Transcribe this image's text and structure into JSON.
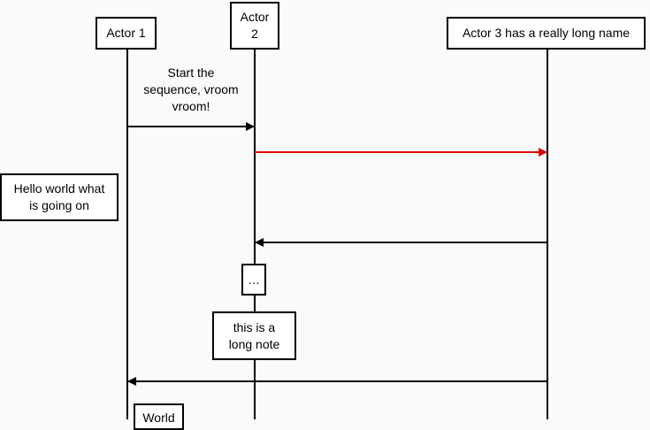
{
  "actors": [
    {
      "id": "actor-1",
      "label": "Actor 1"
    },
    {
      "id": "actor-2",
      "label": "Actor\n2"
    },
    {
      "id": "actor-3",
      "label": "Actor 3 has a really long name"
    }
  ],
  "messages": [
    {
      "from": "actor-1",
      "to": "actor-2",
      "label": "Start the\nsequence, vroom\nvroom!",
      "color": "#000000"
    },
    {
      "from": "actor-2",
      "to": "actor-3",
      "label": "",
      "color": "#e00000"
    },
    {
      "from": "actor-3",
      "to": "actor-2",
      "label": "",
      "color": "#000000"
    },
    {
      "from": "actor-3",
      "to": "actor-1",
      "label": "",
      "color": "#000000"
    }
  ],
  "notes": {
    "hello": "Hello world what\nis going on",
    "ellipsis": "…",
    "long_note": "this is a\nlong note",
    "world": "World"
  },
  "colors": {
    "line": "#000000",
    "highlight": "#e00000",
    "background": "#fafafa"
  }
}
